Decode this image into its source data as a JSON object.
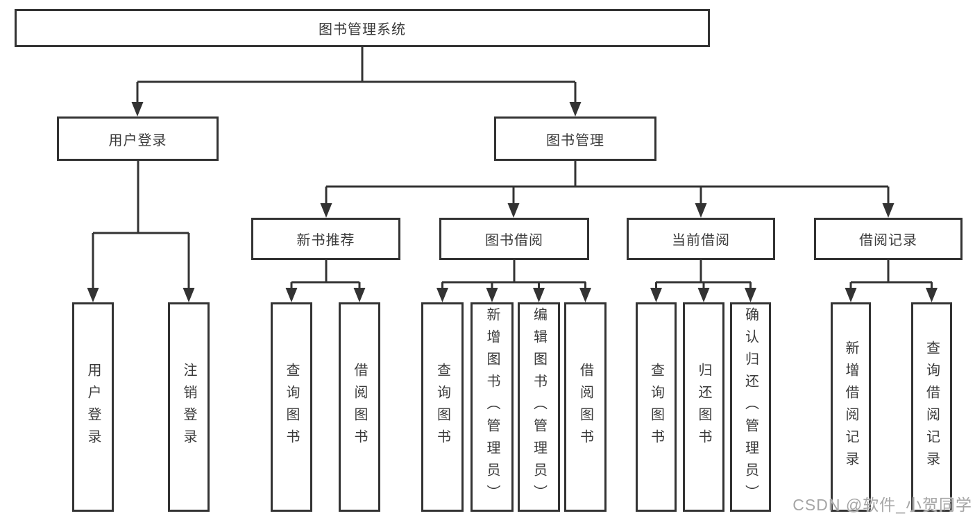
{
  "tree": {
    "label": "图书管理系统",
    "children": [
      {
        "label": "用户登录",
        "children": [
          {
            "label": "用户登录"
          },
          {
            "label": "注销登录"
          }
        ]
      },
      {
        "label": "图书管理",
        "children": [
          {
            "label": "新书推荐",
            "children": [
              {
                "label": "查询图书"
              },
              {
                "label": "借阅图书"
              }
            ]
          },
          {
            "label": "图书借阅",
            "children": [
              {
                "label": "查询图书"
              },
              {
                "label": "新增图书（管理员）"
              },
              {
                "label": "编辑图书（管理员）"
              },
              {
                "label": "借阅图书"
              }
            ]
          },
          {
            "label": "当前借阅",
            "children": [
              {
                "label": "查询图书"
              },
              {
                "label": "归还图书"
              },
              {
                "label": "确认归还（管理员）"
              }
            ]
          },
          {
            "label": "借阅记录",
            "children": [
              {
                "label": "新增借阅记录"
              },
              {
                "label": "查询借阅记录"
              }
            ]
          }
        ]
      }
    ]
  },
  "watermark": "CSDN @软件_小贺同学",
  "colors": {
    "line": "#333333",
    "text": "#3a3a3a",
    "watermark": "#a6a6a6",
    "background": "#ffffff"
  }
}
